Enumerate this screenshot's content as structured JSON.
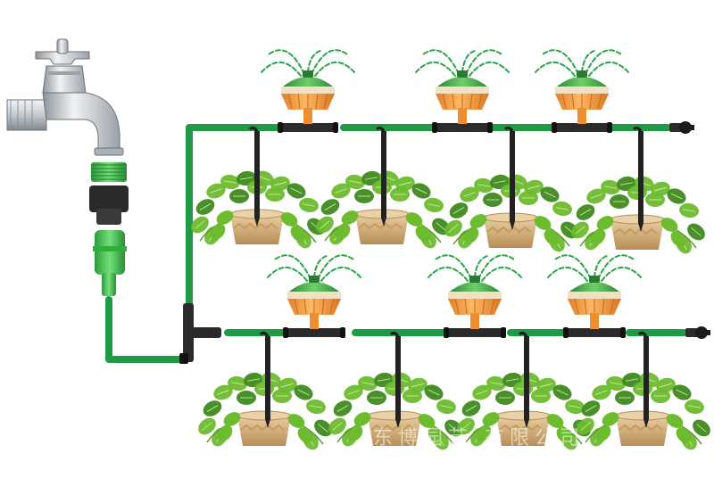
{
  "palette": {
    "pipe": "#1f9a45",
    "pipe_dark": "#14722f",
    "fitting": "#2b2b2b",
    "faucet": "#cfd4d8",
    "faucet_dark": "#8c949b",
    "sprinkler_top": "#3fa34d",
    "sprinkler_mid": "#f39c3d",
    "sprinkler_band": "#f2e0c4",
    "adapter_green": "#3ec24f",
    "leaf": "#6dbb2f",
    "leaf_dark": "#3f8a1f",
    "pot": "#d9b98a",
    "pot_band": "#c79a58"
  },
  "icons": [
    "faucet-icon",
    "thread-adapter-icon",
    "quick-connector-icon",
    "tee-connector-icon",
    "end-plug-icon",
    "sprinkler-icon",
    "drip-stake-icon",
    "potted-plant-icon"
  ],
  "watermark": {
    "text": "东博园艺 有限公司"
  },
  "layout_rows": [
    {
      "sprinklers": 3,
      "plants": 4
    },
    {
      "sprinklers": 3,
      "plants": 4
    }
  ]
}
